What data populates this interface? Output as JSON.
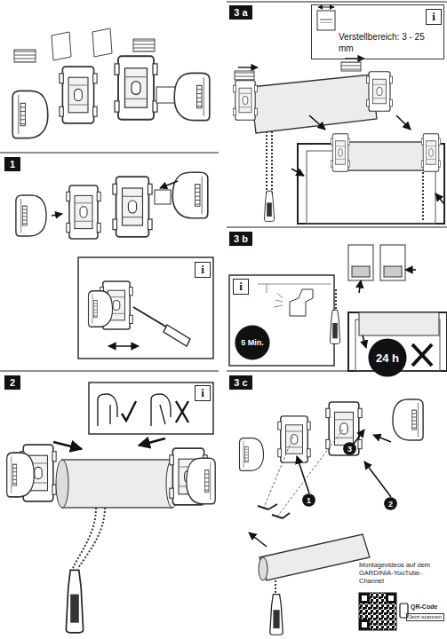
{
  "diagram": {
    "nodes": [
      {
        "text": [
          "1"
        ]
      },
      {
        "text": [
          "i"
        ]
      },
      {
        "text": [
          "2"
        ]
      },
      {
        "text": [
          "i"
        ]
      },
      {
        "text": [
          "3 a"
        ]
      },
      {
        "text": [
          "Verstellbereich: 3 - 25 mm"
        ]
      },
      {
        "text": [
          "i"
        ],
        "in": 5
      },
      {
        "text": [
          "3 b"
        ]
      },
      {
        "text": [
          "i"
        ]
      },
      {
        "text": [
          "5 Min."
        ]
      },
      {
        "text": [
          "24 h"
        ]
      },
      {
        "text": [
          "3 c"
        ]
      },
      {
        "text": [
          "1"
        ]
      },
      {
        "text": [
          "2"
        ]
      },
      {
        "text": [
          "3"
        ]
      }
    ],
    "labels": [
      "Montagevideos auf dem GARDINIA-YouTube-Channel",
      "QR-Code",
      "Jetzt scannen"
    ]
  }
}
